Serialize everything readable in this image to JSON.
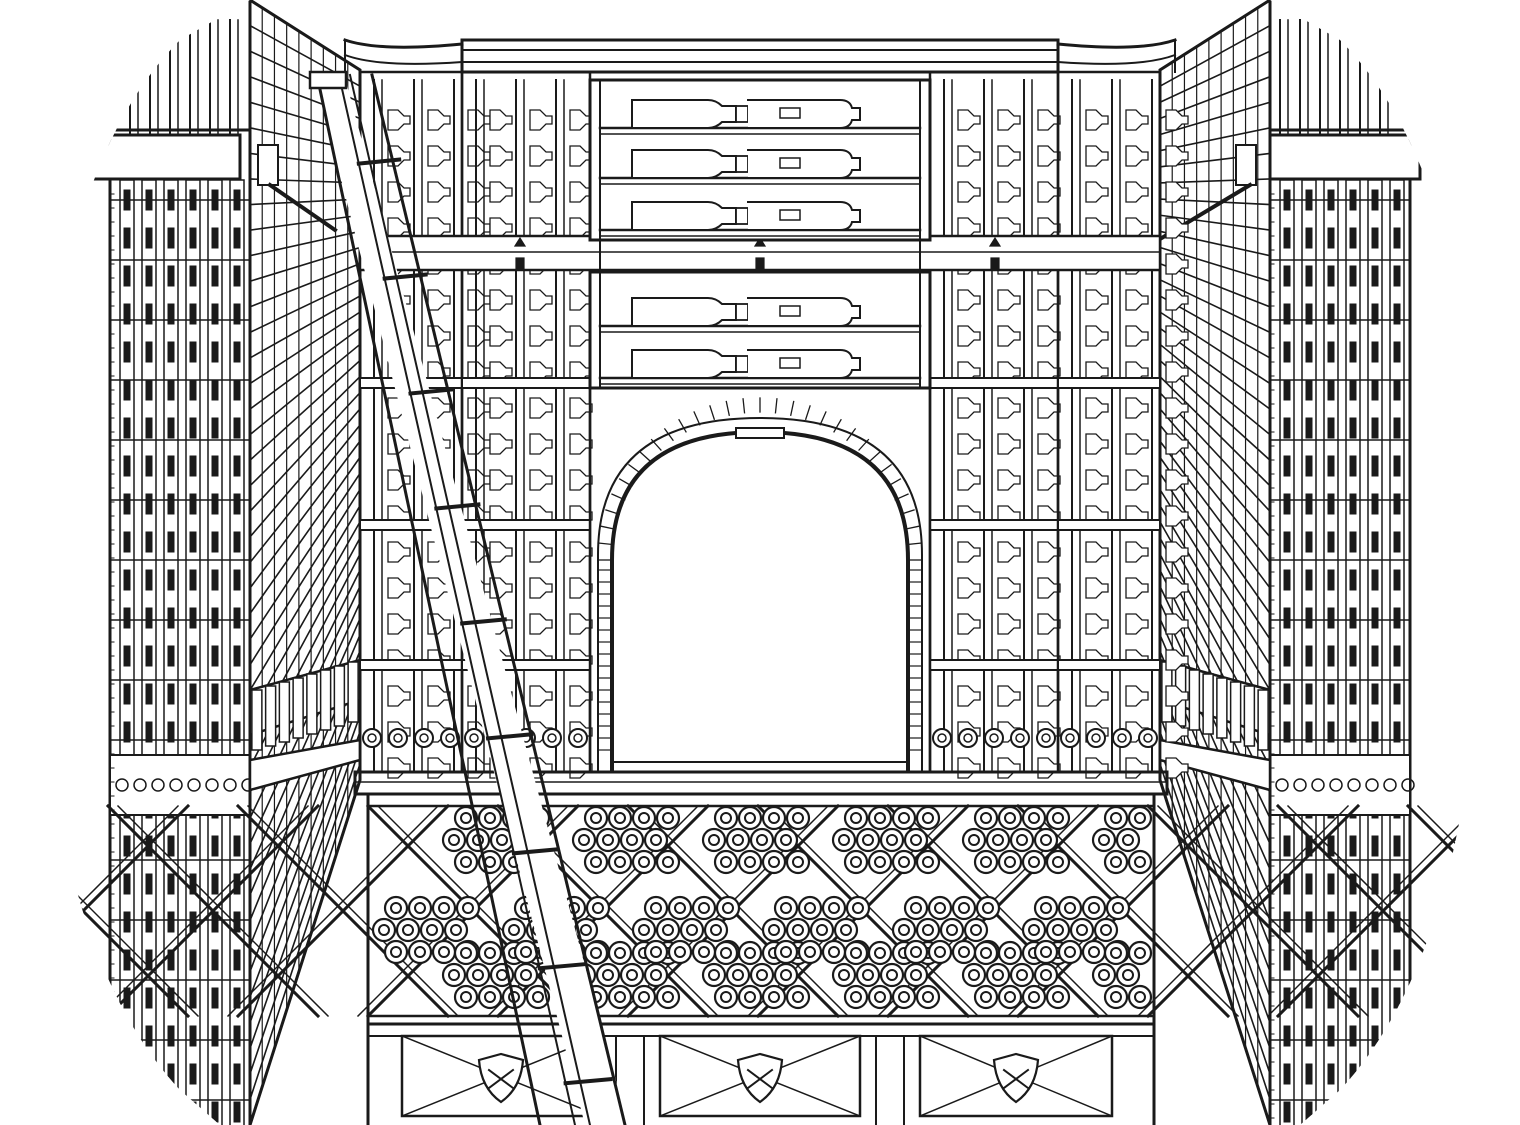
{
  "drawing": {
    "subject": "wine-cellar-line-drawing",
    "ink_color": "#1a1a1a",
    "paper_color": "#ffffff",
    "features": [
      "rolling-library-ladder",
      "arched-alcove",
      "diamond-bins",
      "display-rows",
      "storage-drawers",
      "crest-emblems",
      "side-racks"
    ]
  }
}
